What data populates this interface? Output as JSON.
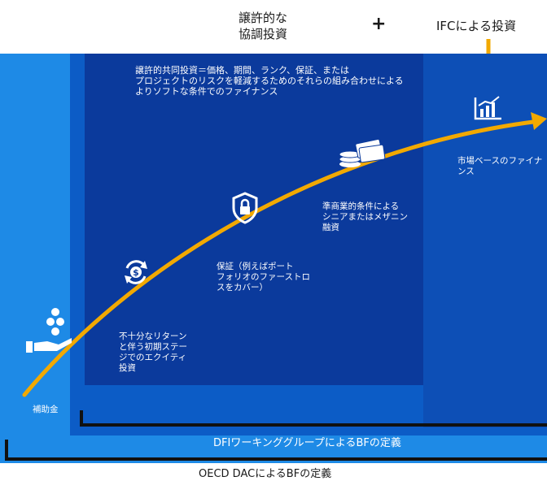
{
  "header": {
    "concessional_line1": "譲許的な",
    "concessional_line2": "協調投資",
    "plus": "+",
    "ifc": "IFCによる投資"
  },
  "definition_text": "譲許的共同投資＝価格、期間、ランク、保証、または\nプロジェクトのリスクを軽減するためのそれらの組み合わせによる\nよりソフトな条件でのファイナンス",
  "stages": {
    "grant": "補助金",
    "equity": "不十分なリターン\nと伴う初期ステー\nジでのエクイティ\n投資",
    "guarantee": "保証（例えばポート\nフォリオのファーストロ\nスをカバー）",
    "senior": "準商業的条件による\nシニアまたはメザニン\n融資",
    "market": "市場ベースのファイナ\nンス"
  },
  "brackets": {
    "dfi": "DFIワーキンググループによるBFの定義",
    "oecd": "OECD DACによるBFの定義"
  },
  "icons": {
    "grant": "hand-coins-icon",
    "equity": "dollar-cycle-icon",
    "guarantee": "shield-lock-icon",
    "senior": "coin-stacks-icon",
    "market": "bar-chart-icon",
    "ifc_arrow": "down-arrow-icon"
  },
  "colors": {
    "curve": "#f2a900",
    "outer": "#1e8ae6",
    "mid": "#0c5cc6",
    "inner": "#0b3a9c",
    "right": "#0d4fb6"
  }
}
